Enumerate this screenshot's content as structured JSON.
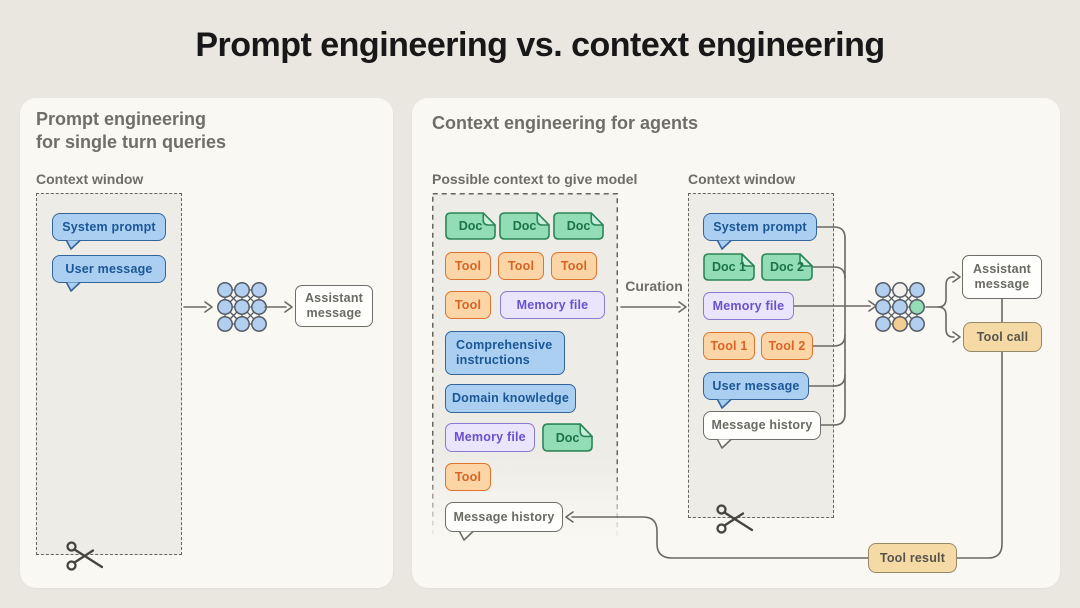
{
  "title": "Prompt engineering vs. context engineering",
  "left": {
    "heading": "Prompt engineering\nfor single turn queries",
    "context_window_label": "Context window",
    "window": {
      "system_prompt": "System prompt",
      "user_message": "User message"
    },
    "assistant_message": "Assistant\nmessage"
  },
  "right": {
    "heading": "Context engineering for agents",
    "pool_label": "Possible context to give model",
    "pool": {
      "docs": [
        "Doc",
        "Doc",
        "Doc"
      ],
      "tools": [
        "Tool",
        "Tool",
        "Tool"
      ],
      "tool4": "Tool",
      "memory_file1": "Memory file",
      "comprehensive_instructions": "Comprehensive\ninstructions",
      "domain_knowledge": "Domain knowledge",
      "memory_file2": "Memory file",
      "doc4": "Doc",
      "tool5": "Tool",
      "message_history": "Message history"
    },
    "curation_label": "Curation",
    "context_window_label": "Context window",
    "window": {
      "system_prompt": "System prompt",
      "doc1": "Doc 1",
      "doc2": "Doc 2",
      "memory_file": "Memory file",
      "tool1": "Tool 1",
      "tool2": "Tool 2",
      "user_message": "User message",
      "message_history": "Message history"
    },
    "outputs": {
      "assistant_message": "Assistant\nmessage",
      "tool_call": "Tool call",
      "tool_result": "Tool result"
    }
  },
  "colors": {
    "page-bg": "#EAE7E0",
    "panel-bg": "#F9F8F2",
    "inner-bg": "#EEECE6",
    "line": "#6A6862",
    "dash": "#66655F",
    "title": "#181818",
    "heading": "#6F6E69",
    "label": "#6E6D68",
    "blue-fill": "#ABCFF0",
    "blue-border": "#33659B",
    "blue-text": "#1B5796",
    "green-fill": "#92DDB5",
    "green-fill-light": "#C8EEDC",
    "green-border": "#2B8757",
    "green-text": "#1B7347",
    "orange-fill": "#FBD5A6",
    "orange-border": "#E0742E",
    "orange-text": "#D96426",
    "purple-fill": "#EAE5FC",
    "purple-border": "#8A7AD6",
    "purple-text": "#6A50CE",
    "white-fill": "#FEFEFC",
    "gray-border": "#6E6D67",
    "gray-text": "#6B6A64",
    "tan-fill": "#F6DAA6",
    "tan-border": "#95896A",
    "tan-text": "#56544C",
    "node-blue": "#B3CFF0",
    "node-white": "#F2F1ED",
    "node-green": "#93DDB6",
    "node-orange": "#F3CE93",
    "node-stroke": "#555B66"
  }
}
